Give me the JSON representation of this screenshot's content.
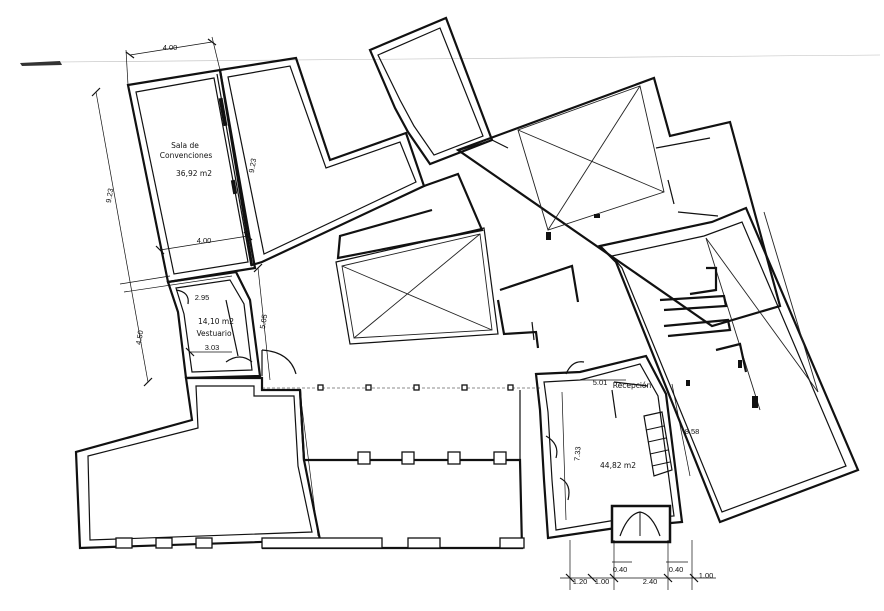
{
  "rooms": {
    "convention": {
      "name": "Sala de Convenciones",
      "line1": "Sala de",
      "line2": "Convenciones",
      "area": "36,92 m2"
    },
    "vestuario": {
      "name": "Vestuario",
      "area": "14,10 m2"
    },
    "recepcion": {
      "name": "Recepción",
      "area": "44,82 m2"
    }
  },
  "dimensions": {
    "top_width": "4.00",
    "left_height": "9.23",
    "inner_height": "9.23",
    "inner_width": "4.00",
    "step_a": "2.95",
    "lower_left_height": "4.50",
    "diagonal": "5.05",
    "vest_width": "3.03",
    "recep_width": "5.01",
    "recep_height": "7.33",
    "right_height": "8.58",
    "bottom_1": "1.20",
    "bottom_2": "1.00",
    "bottom_3": "0.40",
    "bottom_4": "2.40",
    "bottom_5": "0.40",
    "bottom_6": "1.00"
  }
}
